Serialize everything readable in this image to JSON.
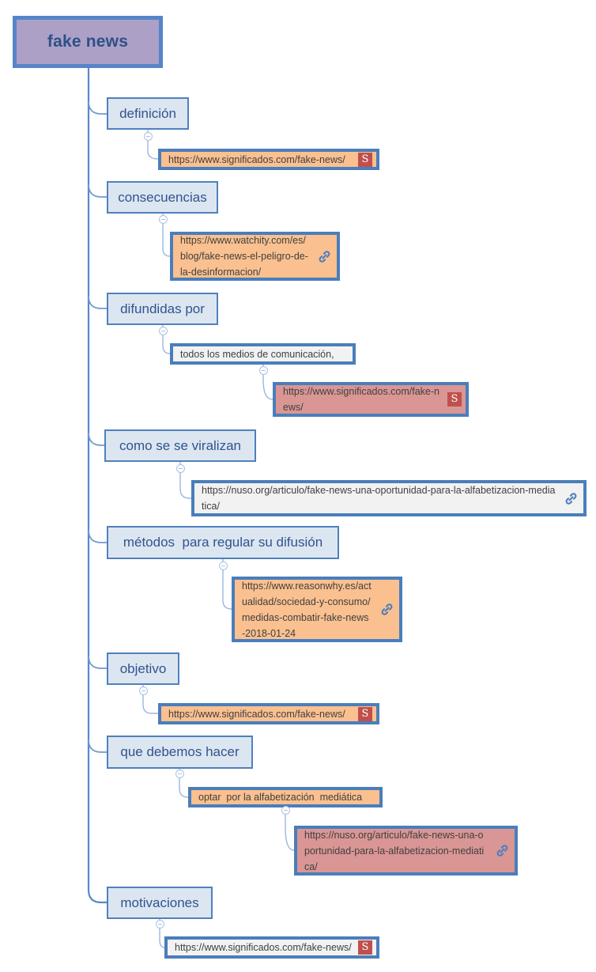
{
  "root": {
    "label": "fake news"
  },
  "icons": {
    "significados_favicon": "S",
    "attachment_link": "chain-link",
    "collapse_toggle": "minus"
  },
  "colors": {
    "root_fill": "#ada0c6",
    "topic_fill": "#dce6f1",
    "attachment_orange": "#fac08f",
    "attachment_red": "#d99694",
    "attachment_light": "#f2f2f2",
    "border_blue": "#4f81bd",
    "chip_border_blue": "#4a7ebb",
    "connector_blue": "#6f9ad1",
    "favicon_red": "#c0504d",
    "topic_text": "#31538f",
    "url_text": "#404040"
  },
  "branches": [
    {
      "label": "definición",
      "children": [
        {
          "label": "https://www.significados.com/fake-news/",
          "attachment": "favicon"
        }
      ]
    },
    {
      "label": "consecuencias",
      "children": [
        {
          "label": "https://www.watchity.com/es/blog/fake-news-el-peligro-de-la-desinformacion/",
          "attachment": "link"
        }
      ]
    },
    {
      "label": "difundidas por",
      "children": [
        {
          "label": "todos los medios de comunicación,",
          "children": [
            {
              "label": "https://www.significados.com/fake-news/",
              "attachment": "favicon"
            }
          ]
        }
      ]
    },
    {
      "label": "como se se viralizan",
      "children": [
        {
          "label": "https://nuso.org/articulo/fake-news-una-oportunidad-para-la-alfabetizacion-mediatica/",
          "attachment": "link"
        }
      ]
    },
    {
      "label": "métodos  para regular su difusión",
      "children": [
        {
          "label": "https://www.reasonwhy.es/actualidad/sociedad-y-consumo/medidas-combatir-fake-news-2018-01-24",
          "attachment": "link"
        }
      ]
    },
    {
      "label": "objetivo",
      "children": [
        {
          "label": "https://www.significados.com/fake-news/",
          "attachment": "favicon"
        }
      ]
    },
    {
      "label": "que debemos hacer",
      "children": [
        {
          "label": "optar  por la alfabetización  mediática",
          "children": [
            {
              "label": "https://nuso.org/articulo/fake-news-una-oportunidad-para-la-alfabetizacion-mediatica/",
              "attachment": "link"
            }
          ]
        }
      ]
    },
    {
      "label": "motivaciones",
      "children": [
        {
          "label": "https://www.significados.com/fake-news/",
          "attachment": "favicon"
        }
      ]
    }
  ]
}
